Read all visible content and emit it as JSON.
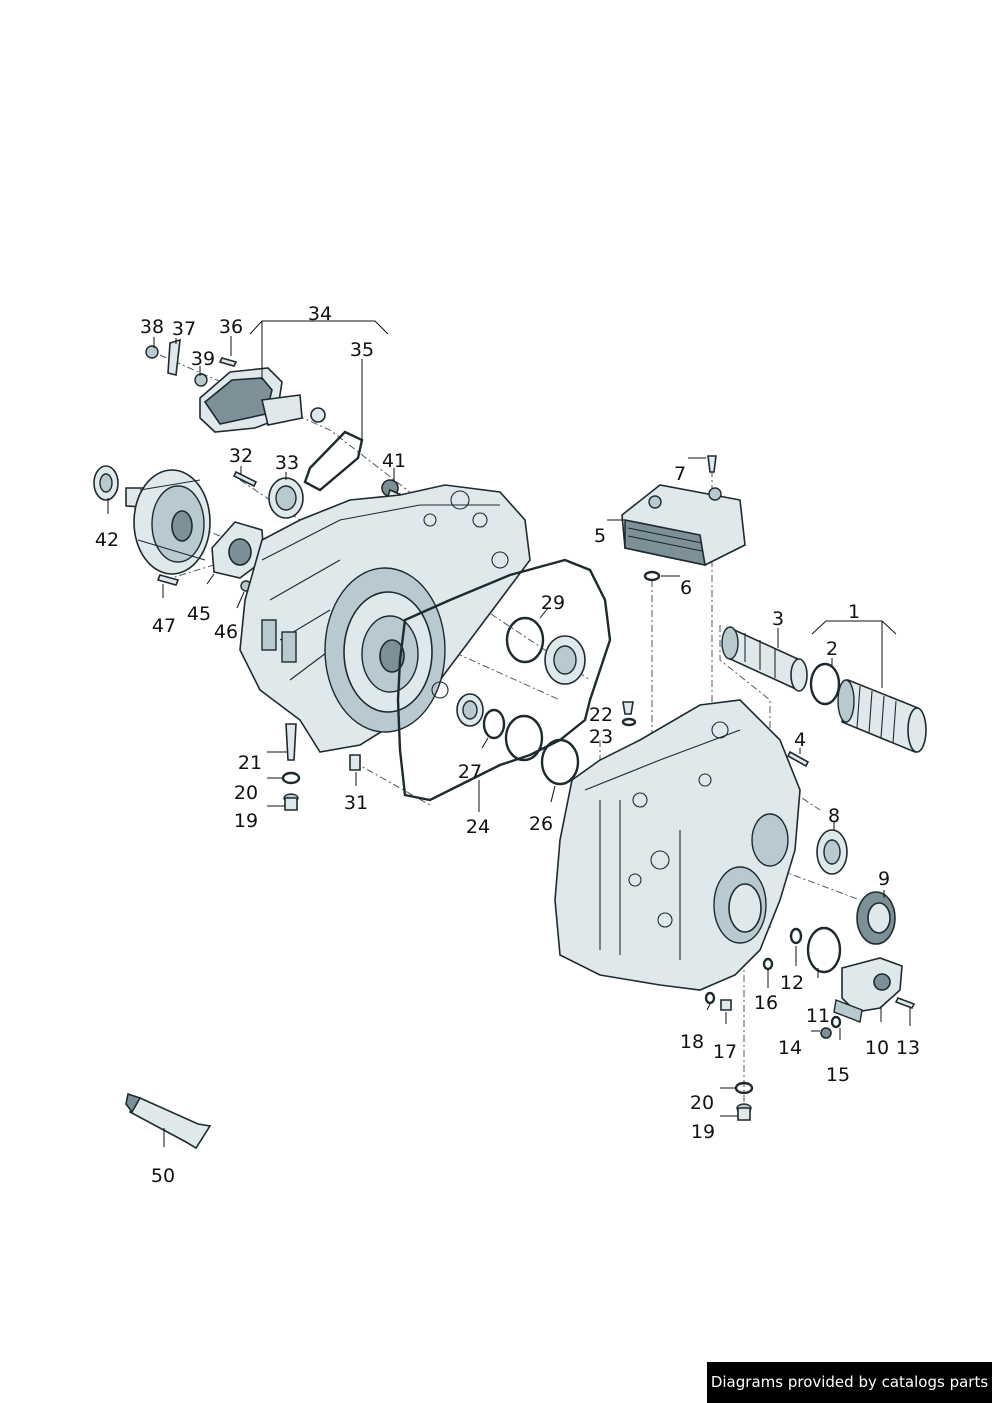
{
  "labels": {
    "l1": "1",
    "l2": "2",
    "l3": "3",
    "l4": "4",
    "l5": "5",
    "l6": "6",
    "l7": "7",
    "l8": "8",
    "l9": "9",
    "l10": "10",
    "l11": "11",
    "l12": "12",
    "l13": "13",
    "l14": "14",
    "l15": "15",
    "l16": "16",
    "l17": "17",
    "l18": "18",
    "l19a": "19",
    "l19b": "19",
    "l20a": "20",
    "l20b": "20",
    "l21": "21",
    "l22": "22",
    "l23": "23",
    "l24": "24",
    "l26": "26",
    "l27": "27",
    "l29": "29",
    "l31": "31",
    "l32": "32",
    "l33": "33",
    "l34": "34",
    "l35": "35",
    "l36": "36",
    "l37": "37",
    "l38": "38",
    "l39": "39",
    "l41": "41",
    "l42": "42",
    "l45": "45",
    "l46": "46",
    "l47": "47",
    "l50": "50"
  },
  "footer": {
    "credit": "Diagrams provided by catalogs parts"
  },
  "colors": {
    "line": "#1d2a30",
    "fill_light": "#dfe9ec",
    "fill_dark": "#7d8f97",
    "credit_bg": "#000000"
  }
}
